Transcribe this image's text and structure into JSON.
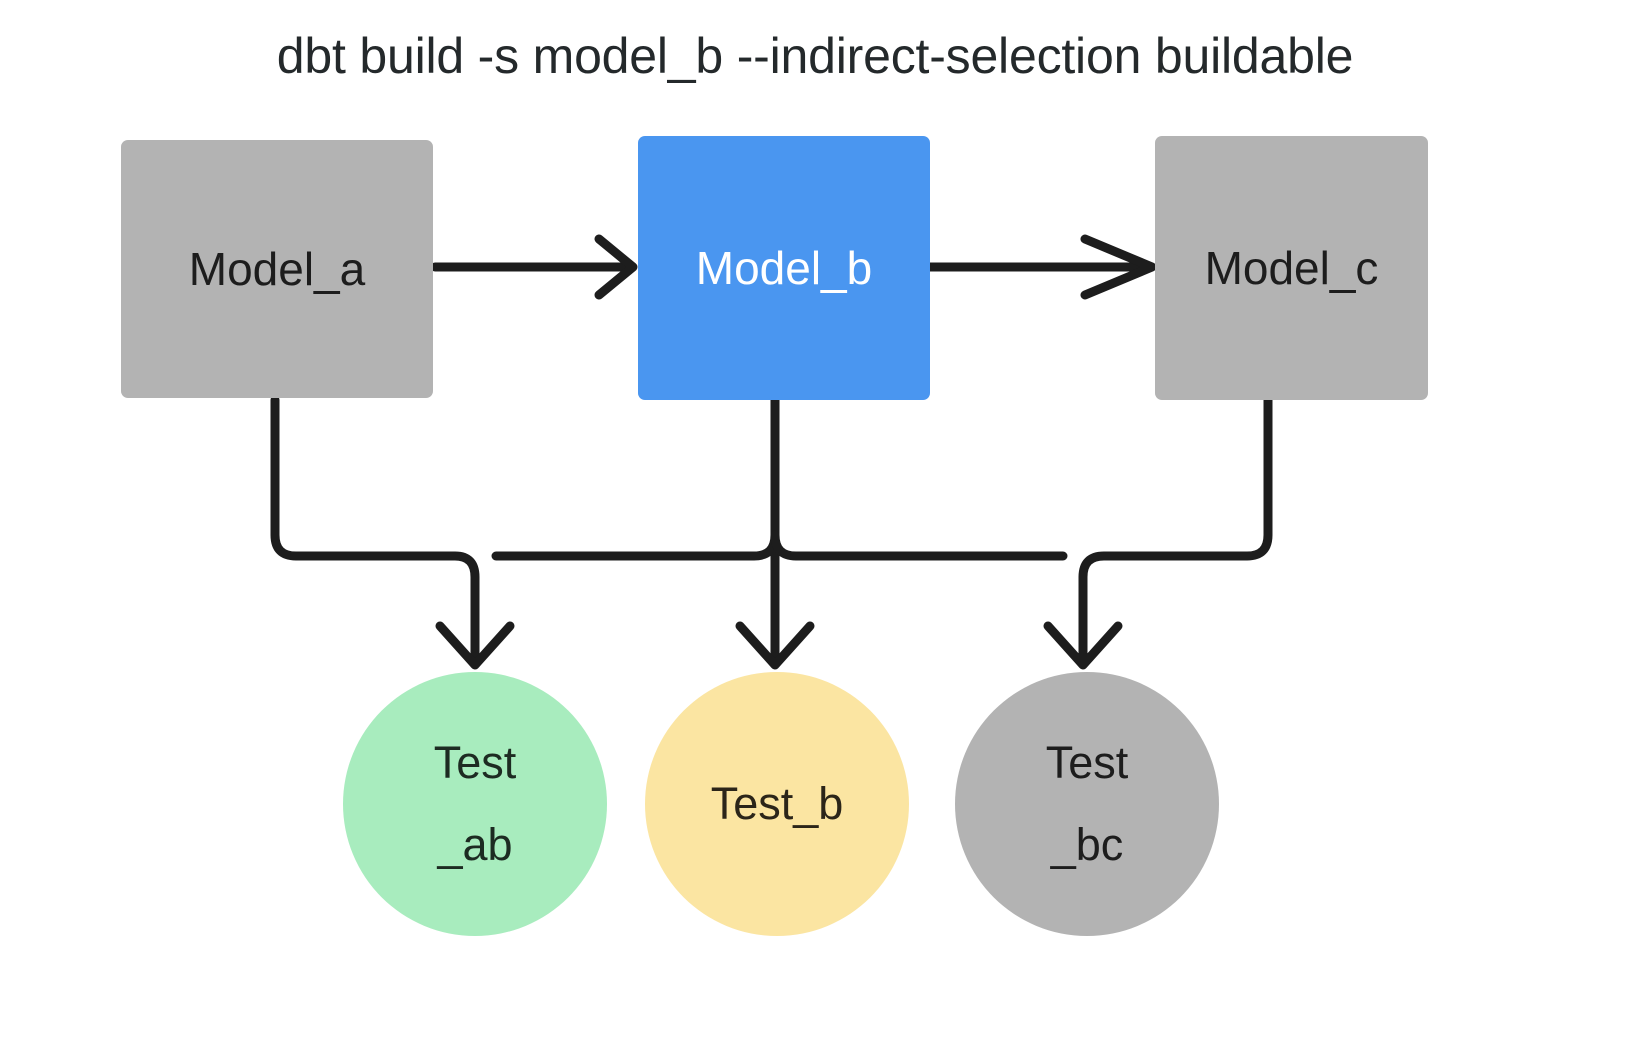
{
  "diagram": {
    "type": "dag-flowchart",
    "title": "dbt build -s model_b --indirect-selection buildable",
    "background": "#ffffff",
    "edge_color": "#1d1d1d",
    "nodes": [
      {
        "id": "model_a",
        "label": "Model_a",
        "shape": "rounded-rect",
        "fill": "#b3b3b3",
        "text_color": "#1d1d1d",
        "selected": false
      },
      {
        "id": "model_b",
        "label": "Model_b",
        "shape": "rounded-rect",
        "fill": "#4a96f0",
        "text_color": "#ffffff",
        "selected": true
      },
      {
        "id": "model_c",
        "label": "Model_c",
        "shape": "rounded-rect",
        "fill": "#b3b3b3",
        "text_color": "#1d1d1d",
        "selected": false
      },
      {
        "id": "test_ab",
        "label": "Test\n_ab",
        "shape": "circle",
        "fill": "#a8ecbe",
        "text_color": "#1d2b22",
        "selected": false
      },
      {
        "id": "test_b",
        "label": "Test_b",
        "shape": "circle",
        "fill": "#fbe5a2",
        "text_color": "#2b2519",
        "selected": false
      },
      {
        "id": "test_bc",
        "label": "Test\n_bc",
        "shape": "circle",
        "fill": "#b3b3b3",
        "text_color": "#1d1d1d",
        "selected": false
      }
    ],
    "edges": [
      {
        "from": "model_a",
        "to": "model_b",
        "style": "straight-horizontal"
      },
      {
        "from": "model_b",
        "to": "model_c",
        "style": "straight-horizontal"
      },
      {
        "from": "model_a",
        "to": "test_ab",
        "style": "orthogonal"
      },
      {
        "from": "model_b",
        "to": "test_ab",
        "style": "orthogonal"
      },
      {
        "from": "model_b",
        "to": "test_b",
        "style": "straight-vertical"
      },
      {
        "from": "model_b",
        "to": "test_bc",
        "style": "orthogonal"
      },
      {
        "from": "model_c",
        "to": "test_bc",
        "style": "orthogonal"
      }
    ]
  }
}
